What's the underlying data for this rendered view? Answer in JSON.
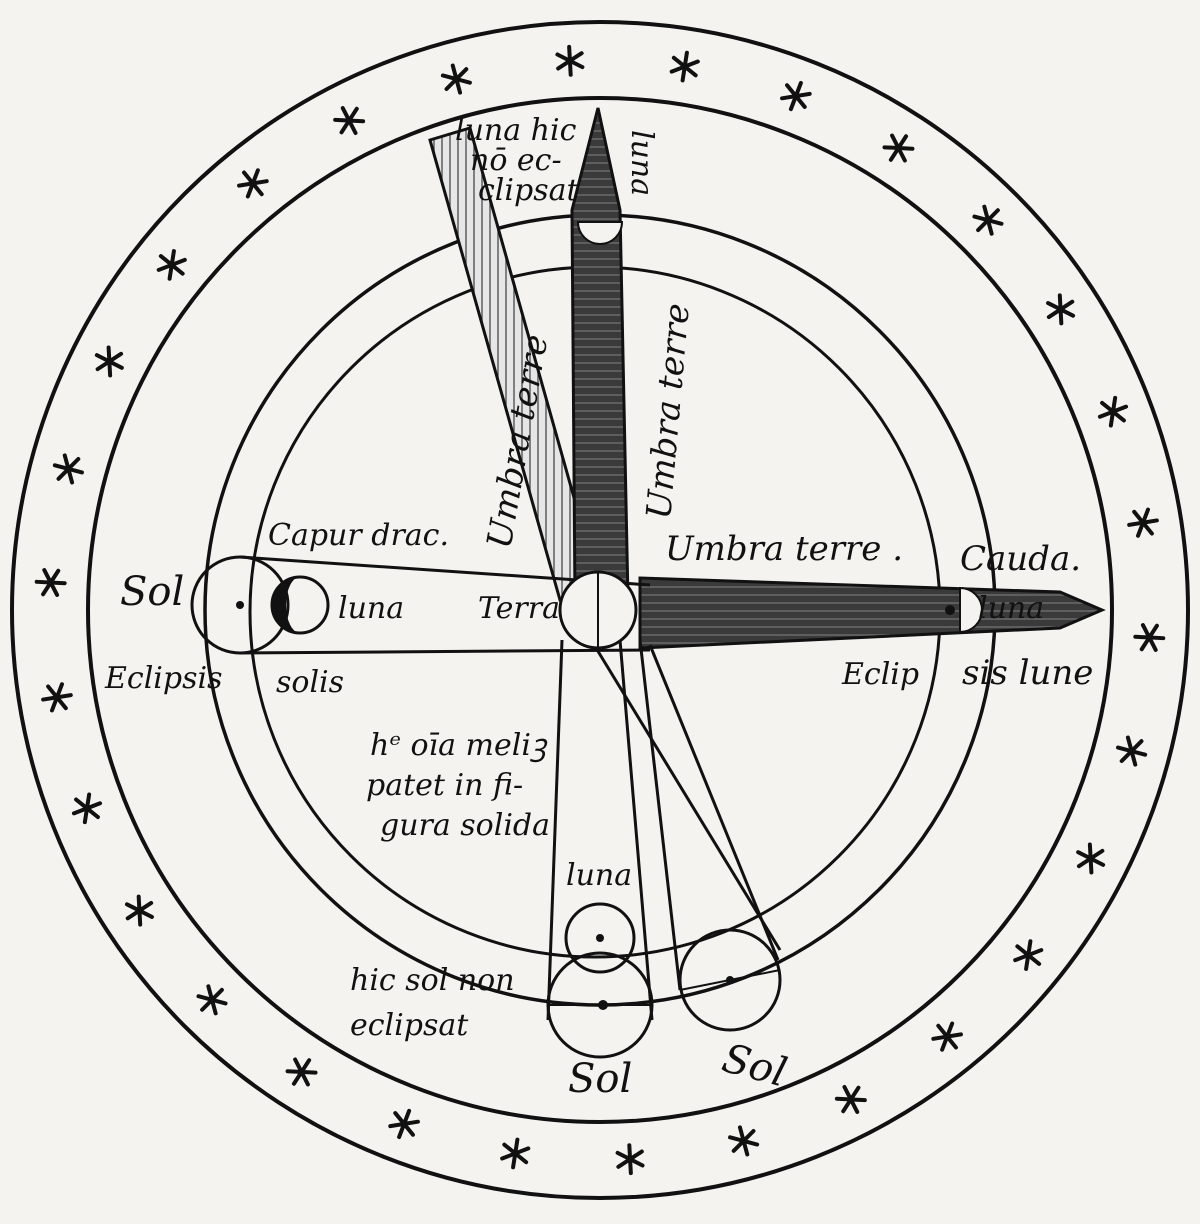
{
  "colors": {
    "paper": "#f4f3ef",
    "ink": "#111111",
    "shadow_dark": "#2c2c2c",
    "shadow_mid": "#8a8a8a",
    "hatch": "#cfcfcf"
  },
  "labels": {
    "luna_hic_1": "luna hic",
    "luna_hic_2": "nō ec-",
    "luna_hic_3": "clipsat",
    "luna_top": "luna",
    "umbra_left": "Umbra terre",
    "umbra_right": "Umbra terre",
    "umbra_horizontal": "Umbra terre .",
    "caput": "Capur drac.",
    "cauda": "Cauda.",
    "sol_left": "Sol",
    "luna_left": "luna",
    "terra": "Terra",
    "luna_right": "luna",
    "eclipsis": "Eclipsis",
    "solis": "solis",
    "eclip": "Eclip",
    "sis_lune": "sis lune",
    "note_1": "hᵉ oīa meliꝫ",
    "note_2": "patet in fi-",
    "note_3": "gura solida",
    "luna_bottom": "luna",
    "sol_non_1": "hic sol non",
    "sol_non_2": "eclipsat",
    "sol_bottom_left": "Sol",
    "sol_bottom_right": "Sol"
  },
  "icons": [
    "star-icon"
  ]
}
